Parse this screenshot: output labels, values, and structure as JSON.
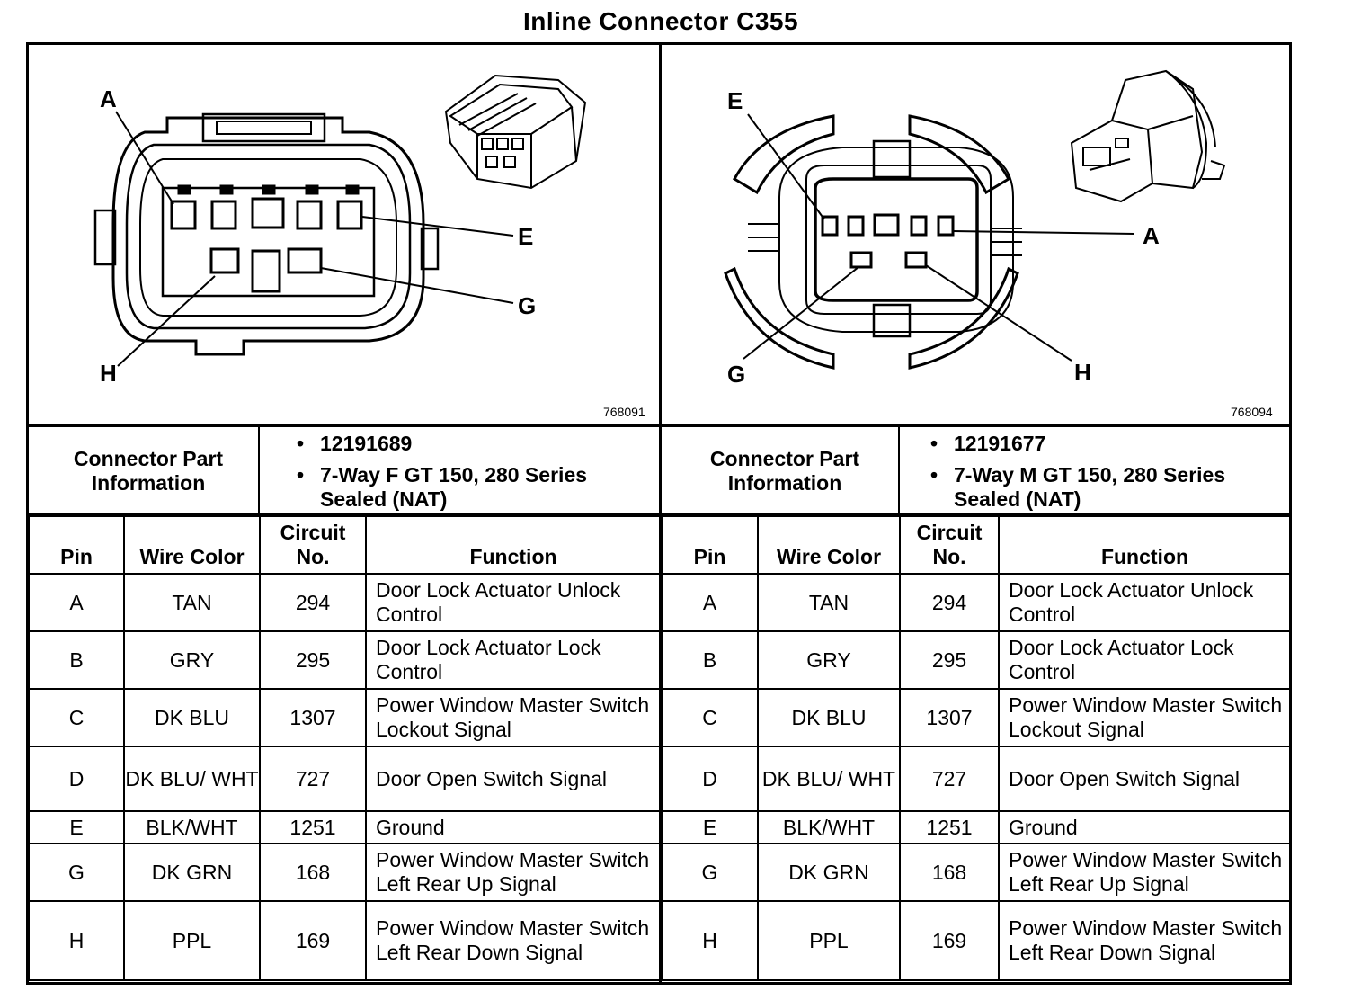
{
  "title": "Inline Connector C355",
  "left": {
    "figure_id": "768091",
    "callouts": {
      "a": "A",
      "e": "E",
      "g": "G",
      "h": "H"
    },
    "connector_label": "Connector Part Information",
    "part_info": [
      "12191689",
      "7-Way F GT 150, 280 Series Sealed (NAT)"
    ],
    "headers": {
      "pin": "Pin",
      "wire_color": "Wire Color",
      "circuit": "Circuit No.",
      "function": "Function"
    },
    "rows": [
      {
        "pin": "A",
        "color": "TAN",
        "circuit": "294",
        "function": "Door Lock Actuator Unlock Control"
      },
      {
        "pin": "B",
        "color": "GRY",
        "circuit": "295",
        "function": "Door Lock Actuator Lock Control"
      },
      {
        "pin": "C",
        "color": "DK BLU",
        "circuit": "1307",
        "function": "Power Window Master Switch Lockout Signal"
      },
      {
        "pin": "D",
        "color": "DK BLU/ WHT",
        "circuit": "727",
        "function": "Door Open Switch Signal"
      },
      {
        "pin": "E",
        "color": "BLK/WHT",
        "circuit": "1251",
        "function": "Ground"
      },
      {
        "pin": "G",
        "color": "DK GRN",
        "circuit": "168",
        "function": "Power Window Master Switch Left Rear Up Signal"
      },
      {
        "pin": "H",
        "color": "PPL",
        "circuit": "169",
        "function": "Power Window Master Switch Left Rear Down Signal"
      }
    ]
  },
  "right": {
    "figure_id": "768094",
    "callouts": {
      "a": "A",
      "e": "E",
      "g": "G",
      "h": "H"
    },
    "connector_label": "Connector Part Information",
    "part_info": [
      "12191677",
      "7-Way M GT 150, 280 Series Sealed (NAT)"
    ],
    "headers": {
      "pin": "Pin",
      "wire_color": "Wire Color",
      "circuit": "Circuit No.",
      "function": "Function"
    },
    "rows": [
      {
        "pin": "A",
        "color": "TAN",
        "circuit": "294",
        "function": "Door Lock Actuator Unlock Control"
      },
      {
        "pin": "B",
        "color": "GRY",
        "circuit": "295",
        "function": "Door Lock Actuator Lock Control"
      },
      {
        "pin": "C",
        "color": "DK BLU",
        "circuit": "1307",
        "function": "Power Window Master Switch Lockout Signal"
      },
      {
        "pin": "D",
        "color": "DK BLU/ WHT",
        "circuit": "727",
        "function": "Door Open Switch Signal"
      },
      {
        "pin": "E",
        "color": "BLK/WHT",
        "circuit": "1251",
        "function": "Ground"
      },
      {
        "pin": "G",
        "color": "DK GRN",
        "circuit": "168",
        "function": "Power Window Master Switch Left Rear Up Signal"
      },
      {
        "pin": "H",
        "color": "PPL",
        "circuit": "169",
        "function": "Power Window Master Switch Left Rear Down Signal"
      }
    ]
  }
}
